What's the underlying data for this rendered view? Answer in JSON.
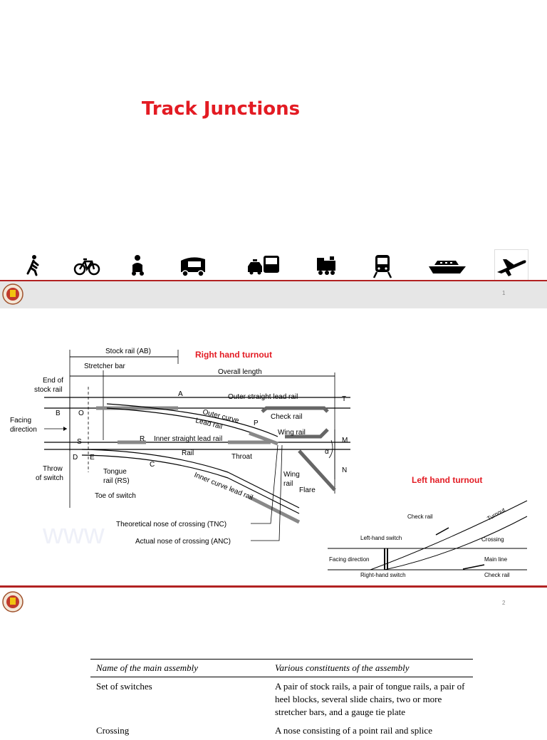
{
  "slide1": {
    "title": "Track Junctions",
    "page_number": "1",
    "icons": [
      "pedestrian-icon",
      "bicycle-icon",
      "scooter-icon",
      "auto-rickshaw-icon",
      "car-bus-icon",
      "steam-train-icon",
      "metro-train-icon",
      "ship-icon",
      "airplane-icon"
    ]
  },
  "slide2": {
    "page_number": "2",
    "right_title": "Right hand turnout",
    "left_title": "Left hand turnout",
    "labels": {
      "stock_rail": "Stock rail (AB)",
      "stretcher_bar": "Stretcher bar",
      "overall_length": "Overall length",
      "end_of_stock_rail_1": "End of",
      "end_of_stock_rail_2": "stock rail",
      "facing_direction_1": "Facing",
      "facing_direction_2": "direction",
      "throw_1": "Throw",
      "throw_2": "of switch",
      "tongue_1": "Tongue",
      "tongue_2": "rail (RS)",
      "toe": "Toe of switch",
      "outer_straight": "Outer straight lead rail",
      "outer_curve": "Outer curve",
      "lead_rail": "Lead rail",
      "inner_straight": "Inner straight lead rail",
      "rail": "Rail",
      "inner_curve": "Inner curve lead rail",
      "check_rail": "Check rail",
      "wing_rail": "Wing rail",
      "throat": "Throat",
      "wing_1": "Wing",
      "wing_2": "rail",
      "flare": "Flare",
      "tnc": "Theoretical nose of crossing (TNC)",
      "anc": "Actual nose of crossing (ANC)",
      "alpha": "α",
      "A": "A",
      "B": "B",
      "O": "O",
      "S": "S",
      "R": "R",
      "C": "C",
      "D": "D",
      "E": "E",
      "P": "P",
      "T": "T",
      "M": "M",
      "N": "N"
    },
    "left_diagram": {
      "check_rail": "Check rail",
      "turnout": "Turnout",
      "left_switch": "Left-hand switch",
      "crossing": "Crossing",
      "facing_direction": "Facing direction",
      "main_line": "Main line",
      "right_switch": "Right-hand switch",
      "check_rail_2": "Check rail"
    }
  },
  "slide3": {
    "headers": [
      "Name of the main assembly",
      "Various constituents of the assembly"
    ],
    "rows": [
      [
        "Set of switches",
        "A pair of stock rails, a pair of tongue rails,  a pair of heel blocks, several slide chairs, two or more stretcher bars, and a gauge tie plate"
      ],
      [
        "Crossing",
        "A nose consisting of a point rail and splice"
      ]
    ]
  },
  "colors": {
    "title_red": "#e31b23",
    "band_gray": "#e6e6e6",
    "divider_red": "#b22222"
  }
}
